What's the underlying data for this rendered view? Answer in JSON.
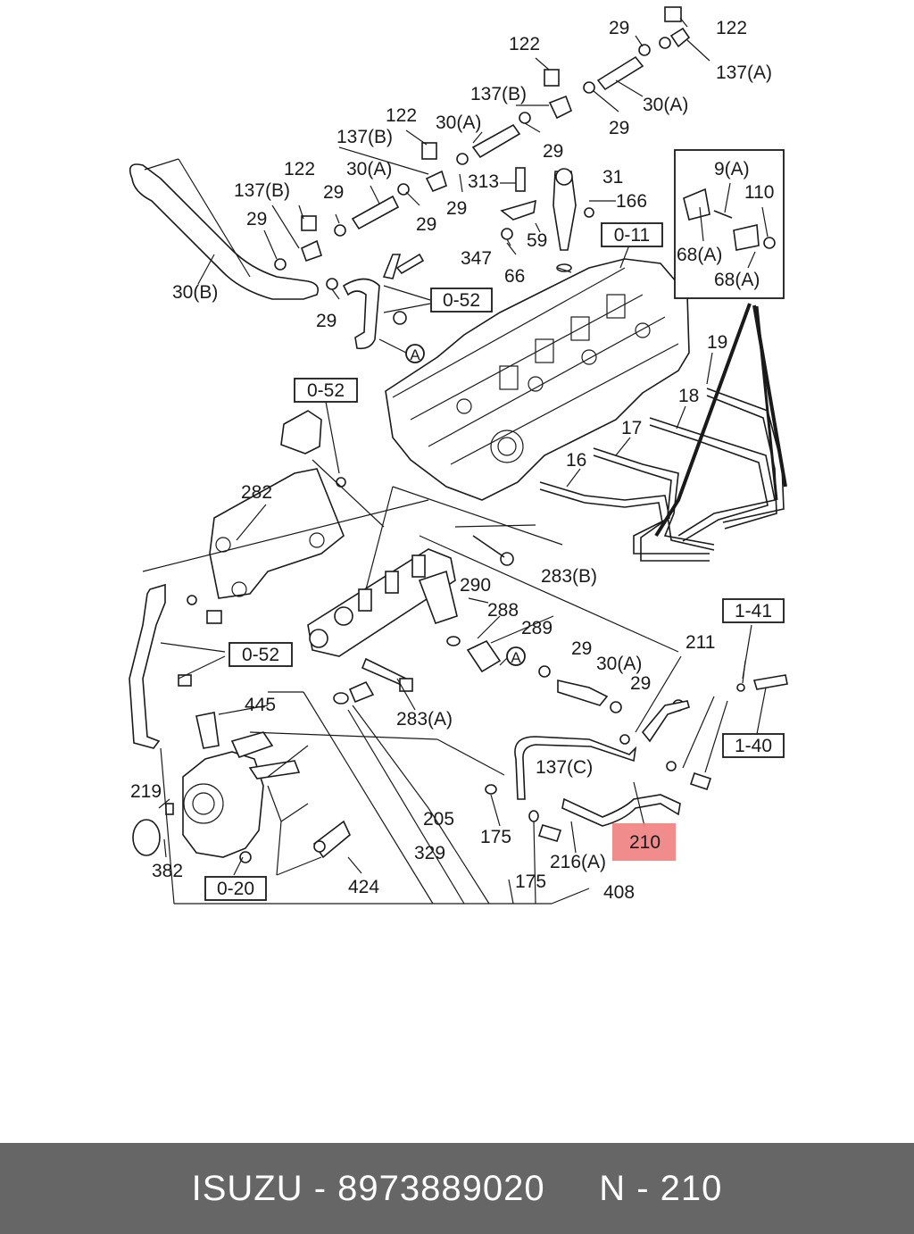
{
  "callouts": {
    "c122a": "122",
    "c29a": "29",
    "c137a": "137(A)",
    "c30a1": "30(A)",
    "c29b": "29",
    "c122b": "122",
    "c137b1": "137(B)",
    "c122c": "122",
    "c30a2": "30(A)",
    "c29c": "29",
    "c137b2": "137(B)",
    "c313": "313",
    "c29d": "29",
    "c31": "31",
    "c166": "166",
    "c122d": "122",
    "c30a3": "30(A)",
    "c137b3": "137(B)",
    "c29e": "29",
    "c29f": "29",
    "c30b": "30(B)",
    "c347": "347",
    "c59": "59",
    "c66": "66",
    "c29g": "29",
    "c9a": "9(A)",
    "c110": "110",
    "c68a1": "68(A)",
    "c68a2": "68(A)",
    "c19": "19",
    "c18": "18",
    "c17": "17",
    "c16": "16",
    "c282": "282",
    "c2830b": "283(B)",
    "c290": "290",
    "c288": "288",
    "c289": "289",
    "c29h": "29",
    "c30a4": "30(A)",
    "c29i": "29",
    "c211": "211",
    "c445": "445",
    "c283a": "283(A)",
    "c137c": "137(C)",
    "c219": "219",
    "c382": "382",
    "c205": "205",
    "c175a": "175",
    "c329": "329",
    "c424": "424",
    "c175b": "175",
    "c216a": "216(A)",
    "c408": "408",
    "c210": "210",
    "circleA1": "A",
    "circleA2": "A"
  },
  "reference_boxes": {
    "r011": "0-11",
    "r052a": "0-52",
    "r052b": "0-52",
    "r052c": "0-52",
    "r141": "1-41",
    "r140": "1-40",
    "r020": "0-20"
  },
  "highlight": {
    "part_number": "210",
    "color": "#f08080"
  },
  "footer": {
    "brand": "ISUZU",
    "separator": " - ",
    "oem_number": "8973889020",
    "position_label": "N - 210"
  },
  "colors": {
    "footer_background": "#666666",
    "footer_text": "#ffffff",
    "line_art": "#1a1a1a"
  }
}
